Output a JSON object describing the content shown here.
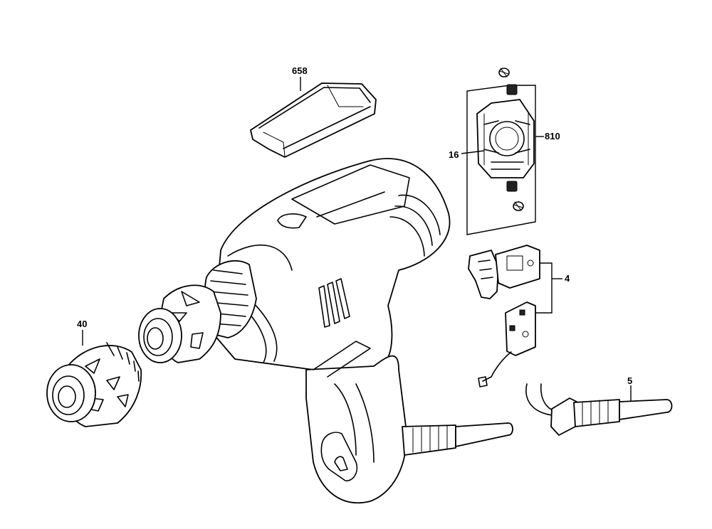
{
  "labels": {
    "part_658": "658",
    "part_810": "810",
    "part_16": "16",
    "part_4": "4",
    "part_40": "40",
    "part_5": "5"
  }
}
